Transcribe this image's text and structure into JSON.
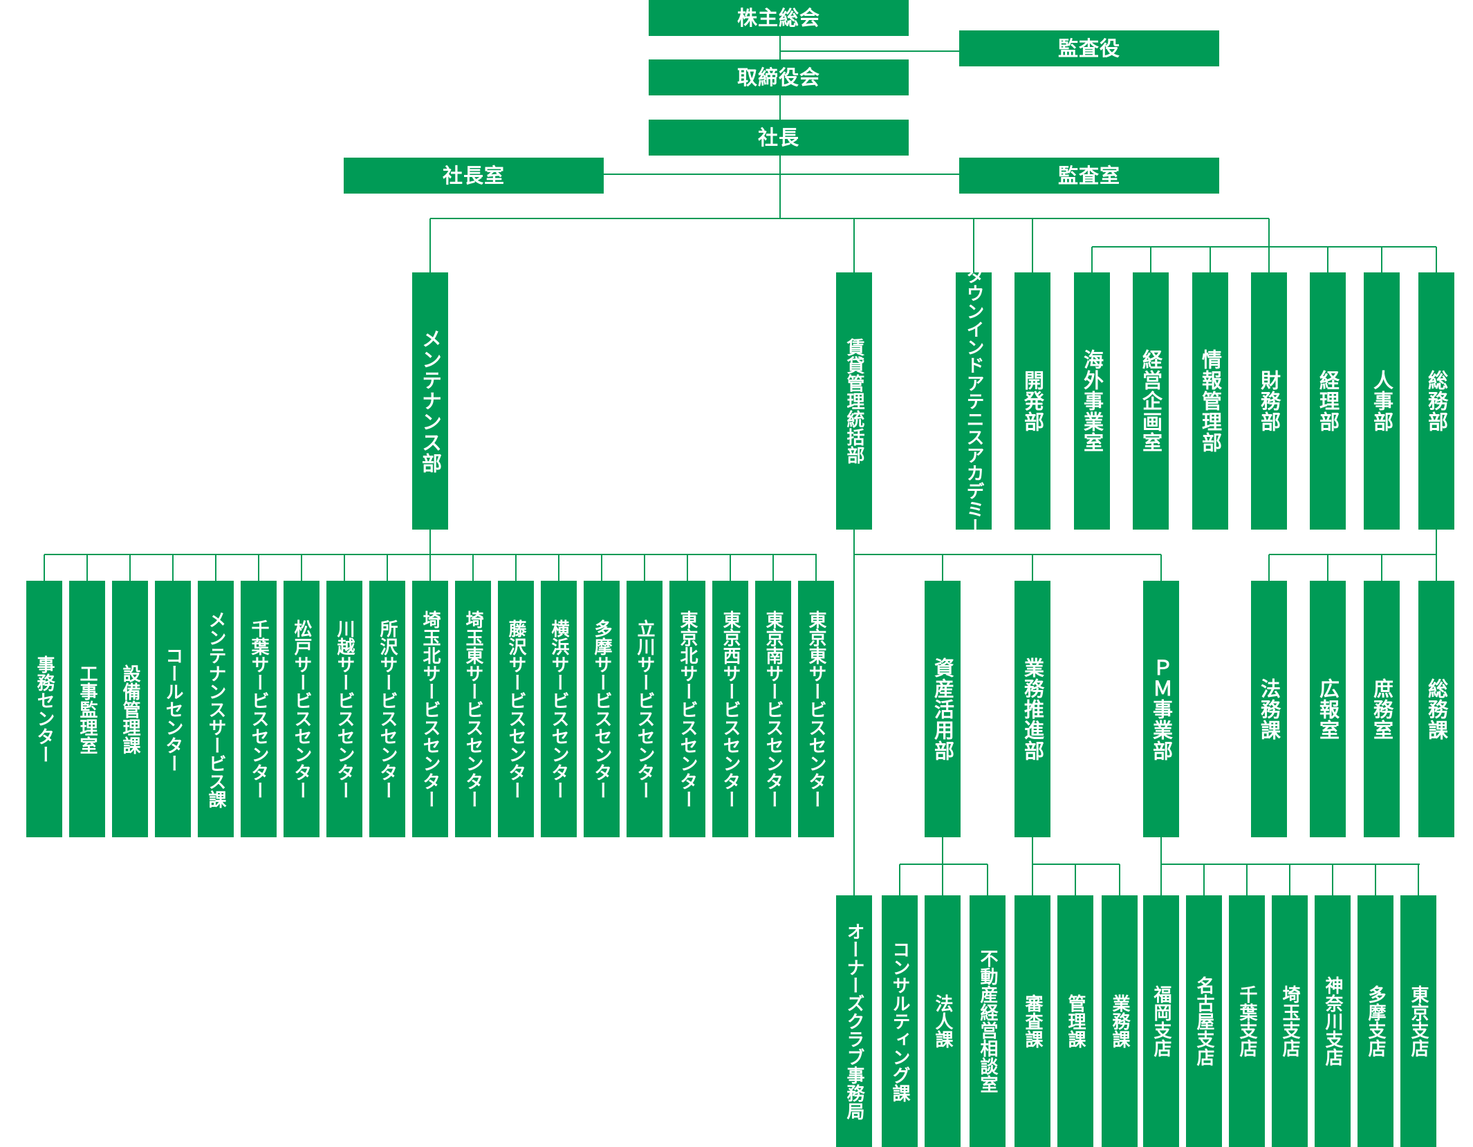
{
  "colors": {
    "box": "#009b56",
    "line": "#0a9a55",
    "text": "#ffffff"
  },
  "top": {
    "shareholders": "株主総会",
    "auditor": "監査役",
    "board": "取締役会",
    "president": "社長",
    "president_office": "社長室",
    "audit_office": "監査室"
  },
  "departments": {
    "maintenance": "メンテナンス部",
    "rental_management": "賃貸管理統括部",
    "academy": "タウンインドアテニスアカデミー",
    "development": "開発部",
    "overseas": "海外事業室",
    "corporate_planning": "経営企画室",
    "it": "情報管理部",
    "finance": "財務部",
    "accounting": "経理部",
    "hr": "人事部",
    "general_affairs": "総務部"
  },
  "maintenance_units": [
    "事務センター",
    "工事監理室",
    "設備管理課",
    "コールセンター",
    "メンテナンスサービス課",
    "千葉サービスセンター",
    "松戸サービスセンター",
    "川越サービスセンター",
    "所沢サービスセンター",
    "埼玉北サービスセンター",
    "埼玉東サービスセンター",
    "藤沢サービスセンター",
    "横浜サービスセンター",
    "多摩サービスセンター",
    "立川サービスセンター",
    "東京北サービスセンター",
    "東京西サービスセンター",
    "東京南サービスセンター",
    "東京東サービスセンター"
  ],
  "rental_units": {
    "asset": "資産活用部",
    "business": "業務推進部",
    "pm": "ＰＭ事業部",
    "owners": "オーナーズクラブ事務局"
  },
  "asset_units": [
    "コンサルティング課",
    "法人課",
    "不動産経営相談室"
  ],
  "business_units": [
    "審査課",
    "管理課",
    "業務課"
  ],
  "pm_units": [
    "福岡支店",
    "名古屋支店",
    "千葉支店",
    "埼玉支店",
    "神奈川支店",
    "多摩支店",
    "東京支店"
  ],
  "general_units": [
    "法務課",
    "広報室",
    "庶務室",
    "総務課"
  ]
}
